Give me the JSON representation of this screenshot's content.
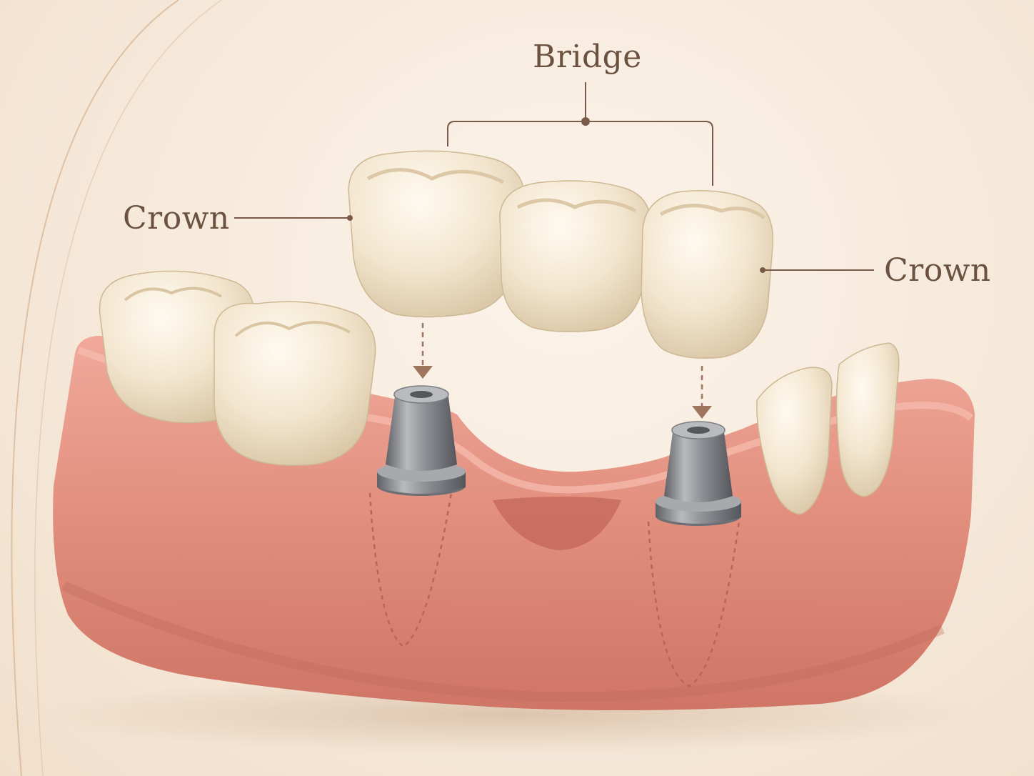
{
  "labels": {
    "bridge": "Bridge",
    "crown_left": "Crown",
    "crown_right": "Crown"
  },
  "colors": {
    "background": "#f5e7d6",
    "gum": "#e7978a",
    "tooth": "#f3e6cf",
    "abutment": "#8d8f93",
    "label_text": "#6b5140",
    "leader_line": "#7a5a48",
    "arrow": "#a07560"
  },
  "icons": {
    "arrow_down": "arrow-down-icon",
    "decor_arc": "decorative-arc"
  }
}
